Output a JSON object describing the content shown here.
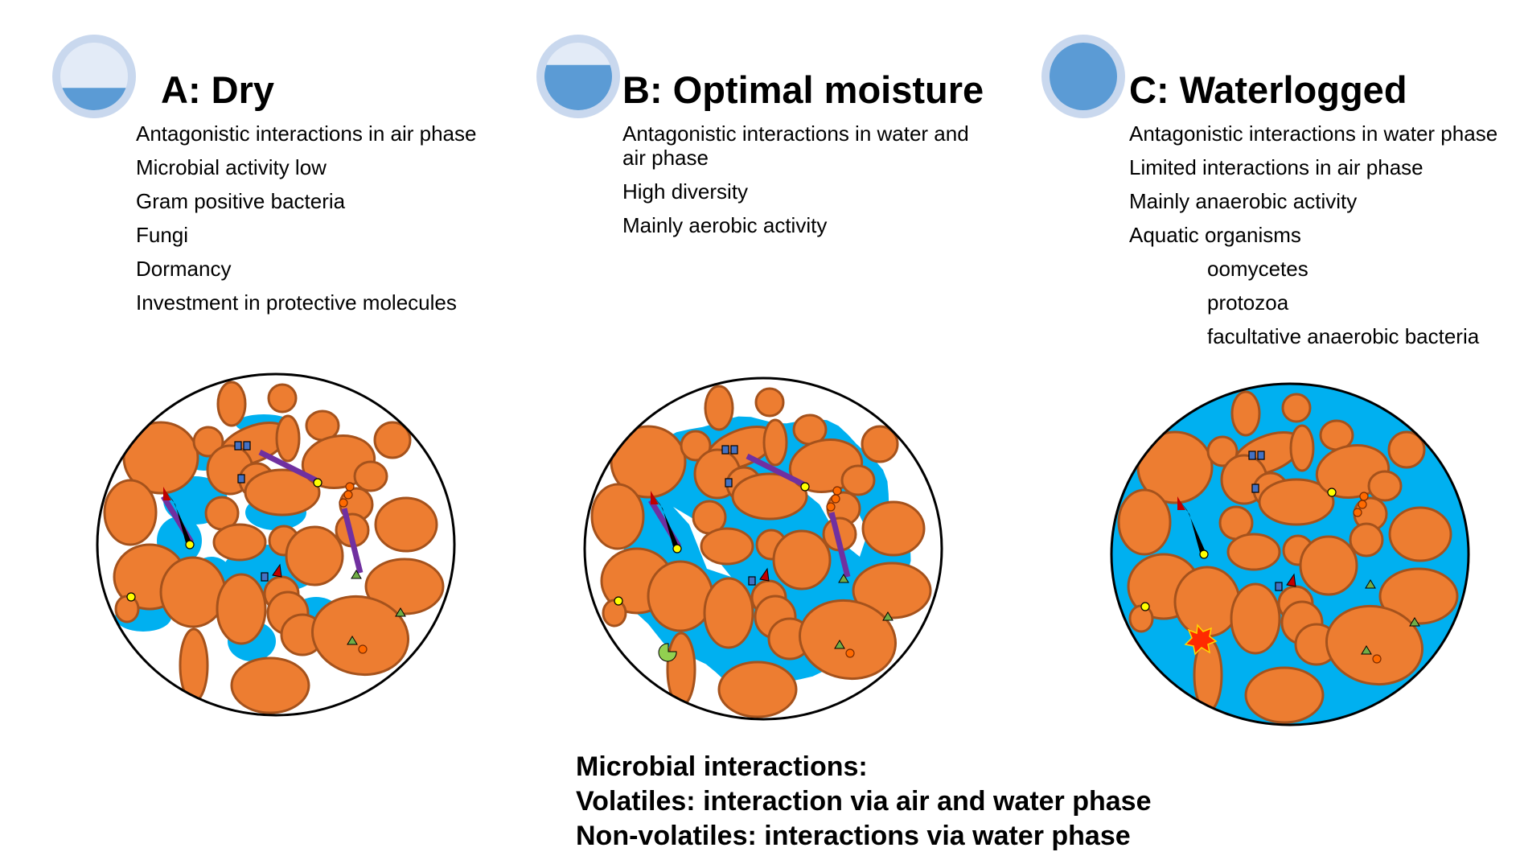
{
  "panels": [
    {
      "id": "dry",
      "title": "A: Dry",
      "water_fill": 0.33,
      "soil_water": "pores",
      "points": [
        {
          "text": "Antagonistic interactions in air phase"
        },
        {
          "text": "Microbial activity low"
        },
        {
          "text": "Gram positive bacteria"
        },
        {
          "text": "Fungi"
        },
        {
          "text": "Dormancy"
        },
        {
          "text": "Investment in protective molecules"
        }
      ]
    },
    {
      "id": "optimal",
      "title": "B: Optimal moisture",
      "water_fill": 0.67,
      "soil_water": "films",
      "points": [
        {
          "text": "Antagonistic interactions in water and air phase"
        },
        {
          "text": "High diversity"
        },
        {
          "text": "Mainly aerobic activity"
        }
      ]
    },
    {
      "id": "waterlogged",
      "title": "C: Waterlogged",
      "water_fill": 1.0,
      "soil_water": "saturated",
      "points": [
        {
          "text": "Antagonistic interactions in water phase"
        },
        {
          "text": "Limited interactions in air phase"
        },
        {
          "text": "Mainly anaerobic activity"
        },
        {
          "text": "Aquatic organisms"
        },
        {
          "text": "oomycetes",
          "sub": true
        },
        {
          "text": "protozoa",
          "sub": true
        },
        {
          "text": "facultative anaerobic bacteria",
          "sub": true
        }
      ]
    }
  ],
  "summary": [
    "Microbial interactions:",
    "Volatiles: interaction via air and water phase",
    "Non-volatiles: interactions via water phase"
  ],
  "colors": {
    "water": "#00b0f0",
    "particle": "#ed7d31",
    "particle_edge": "#a5521c",
    "gauge_water": "#5b9bd5",
    "gauge_bg": "#c9d8ee",
    "hypha": "#7030a0",
    "yellow_cell": "#ffff00",
    "blue_cell": "#4472c4",
    "green_cell": "#70ad47"
  }
}
